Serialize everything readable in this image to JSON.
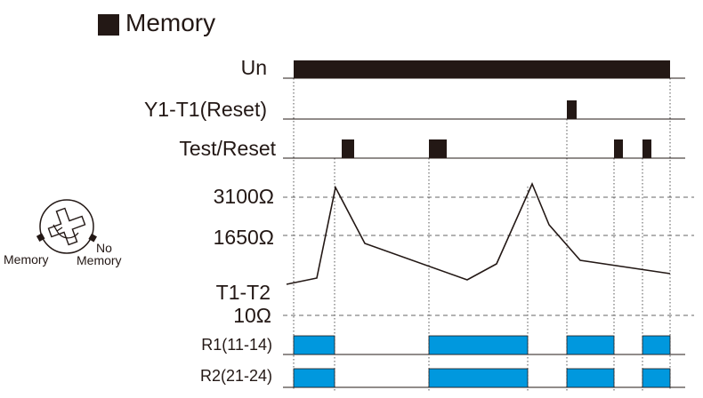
{
  "title": "Memory",
  "knob": {
    "left_label": "Memory",
    "right_label_line1": "No",
    "right_label_line2": "Memory"
  },
  "signals": {
    "un": "Un",
    "y1t1": "Y1-T1(Reset)",
    "test_reset": "Test/Reset",
    "r_3100": "3100Ω",
    "r_1650": "1650Ω",
    "t1t2": "T1-T2",
    "r_10": "10Ω",
    "r1": "R1(11-14)",
    "r2": "R2(21-24)"
  },
  "colors": {
    "pulse": "#231815",
    "relay": "#0098de",
    "grid": "#666666"
  }
}
